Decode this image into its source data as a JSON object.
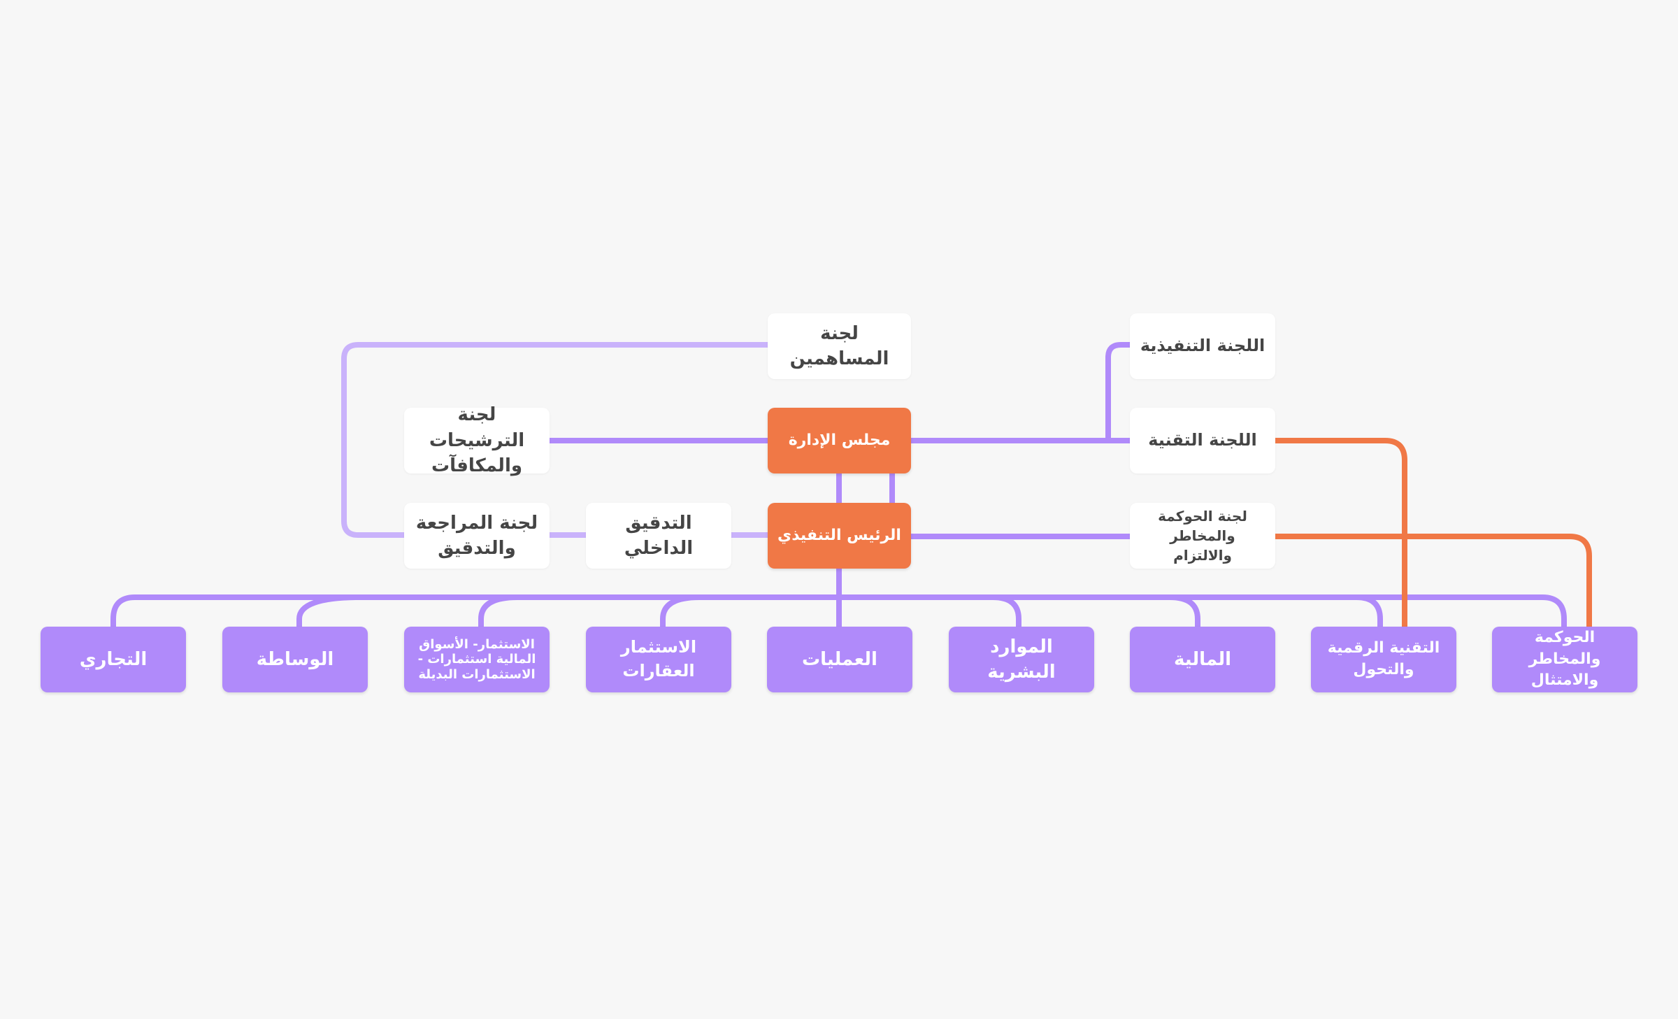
{
  "colors": {
    "background": "#f7f7f7",
    "primary_line": "#b08afa",
    "light_line": "#c9b2fb",
    "accent": "#f07846",
    "box_white": "#ffffff",
    "box_purple": "#b08afa",
    "box_orange": "#f07846",
    "text_dark": "#454545"
  },
  "top_row": {
    "shareholders_committee": "لجنة\nالمساهمين",
    "executive_committee": "اللجنة التنفيذية"
  },
  "board_row": {
    "nominations_committee": "لجنة الترشيحات\nوالمكافآت",
    "board_of_directors": "مجلس الإدارة",
    "technical_committee": "اللجنة التقنية"
  },
  "ceo_row": {
    "audit_committee": "لجنة المراجعة\nوالتدقيق",
    "internal_audit": "التدقيق\nالداخلي",
    "ceo": "الرئيس التنفيذي",
    "governance_committee": "لجنة الحوكمة\nوالمخاطر والالتزام"
  },
  "departments": {
    "commercial": "التجاري",
    "brokerage": "الوساطة",
    "investment_markets": "الاستثمار- الأسواق\nالمالية استثمارات -\nالاستثمارات البديلة",
    "real_estate": "الاستثمار\nالعقارات",
    "operations": "العمليات",
    "hr": "الموارد البشرية",
    "finance": "المالية",
    "digital": "التقنية الرقمية\nوالتحول",
    "governance": "الحوكمة والمخاطر\nوالامتثال"
  }
}
